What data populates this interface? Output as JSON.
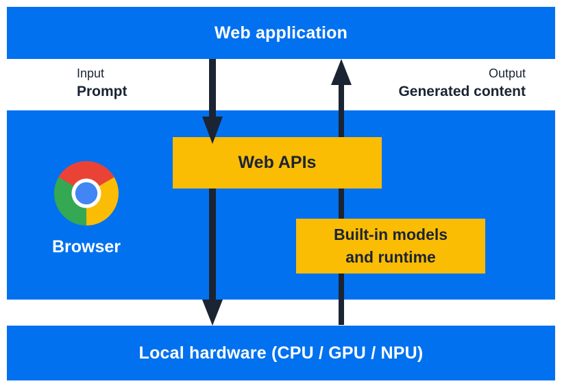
{
  "colors": {
    "section_blue": "#0271EF",
    "box_yellow": "#FBBC04",
    "ink_navy": "#1B2433",
    "chrome_red": "#EA4335",
    "chrome_yellow": "#FBBC05",
    "chrome_green": "#34A853",
    "chrome_blue": "#4285F4",
    "text_white": "#FFFFFF"
  },
  "top_bar": {
    "label": "Web application"
  },
  "io": {
    "input_title": "Input",
    "input_value": "Prompt",
    "output_title": "Output",
    "output_value": "Generated content"
  },
  "browser": {
    "label": "Browser",
    "icon": "chrome-logo-icon"
  },
  "boxes": {
    "web_apis": "Web APIs",
    "builtin": {
      "lines": [
        "Built-in models",
        "and runtime"
      ]
    }
  },
  "arrows": {
    "down": "prompt-flow-down-arrow",
    "up": "generated-content-up-arrow"
  },
  "bottom_bar": {
    "label": "Local hardware (CPU / GPU / NPU)"
  }
}
